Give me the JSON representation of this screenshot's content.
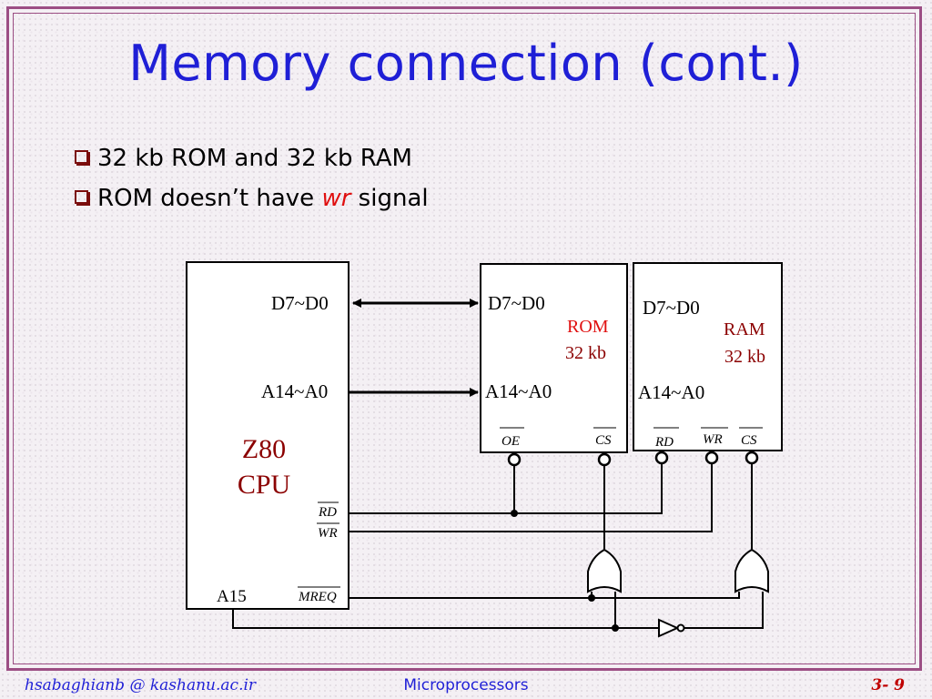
{
  "slide": {
    "title": "Memory connection (cont.)",
    "bullets": [
      {
        "text_before": "32 kb ROM and 32 kb RAM",
        "highlight": "",
        "text_after": ""
      },
      {
        "text_before": "ROM doesn’t have ",
        "highlight": "wr",
        "text_after": " signal"
      }
    ]
  },
  "diagram": {
    "cpu": {
      "name": "Z80",
      "sub": "CPU",
      "data_bus": "D7~D0",
      "addr_bus": "A14~A0",
      "rd": "RD",
      "wr": "WR",
      "a15": "A15",
      "mreq": "MREQ"
    },
    "rom": {
      "data_bus": "D7~D0",
      "name": "ROM",
      "size": "32 kb",
      "addr_bus": "A14~A0",
      "oe": "OE",
      "cs": "CS"
    },
    "ram": {
      "data_bus": "D7~D0",
      "name": "RAM",
      "size": "32 kb",
      "addr_bus": "A14~A0",
      "rd": "RD",
      "wr": "WR",
      "cs": "CS"
    }
  },
  "footer": {
    "author": "hsabaghianb @ kashanu.ac.ir",
    "course": "Microprocessors",
    "page": "3- 9"
  },
  "colors": {
    "title": "#1f1fd6",
    "accent_red": "#e01010",
    "dark_red": "#8b0000",
    "border": "#9c4e84"
  }
}
